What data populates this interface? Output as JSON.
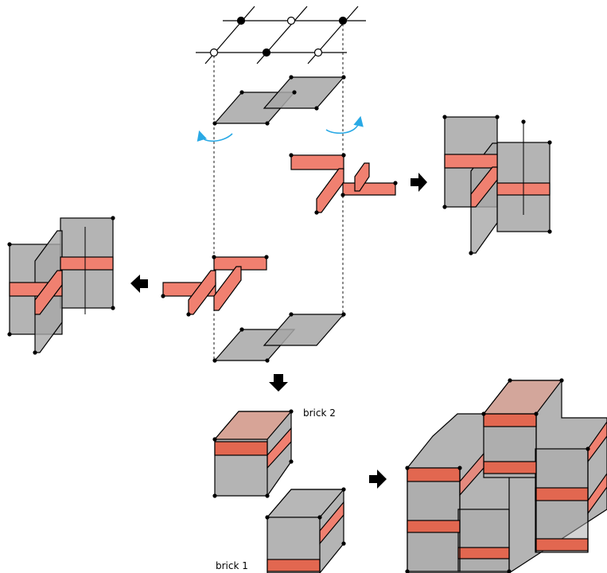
{
  "labels": {
    "brick_2": "brick 2",
    "brick_1": "brick 1"
  },
  "colors": {
    "gray_fill": "#a7a7a7",
    "red_fill": "#f08070",
    "red_dark": "#e26750",
    "arrow_blue": "#29a9e5",
    "stroke": "#000000"
  },
  "lattice": {
    "open_vertices": 3,
    "filled_vertices": 3
  }
}
